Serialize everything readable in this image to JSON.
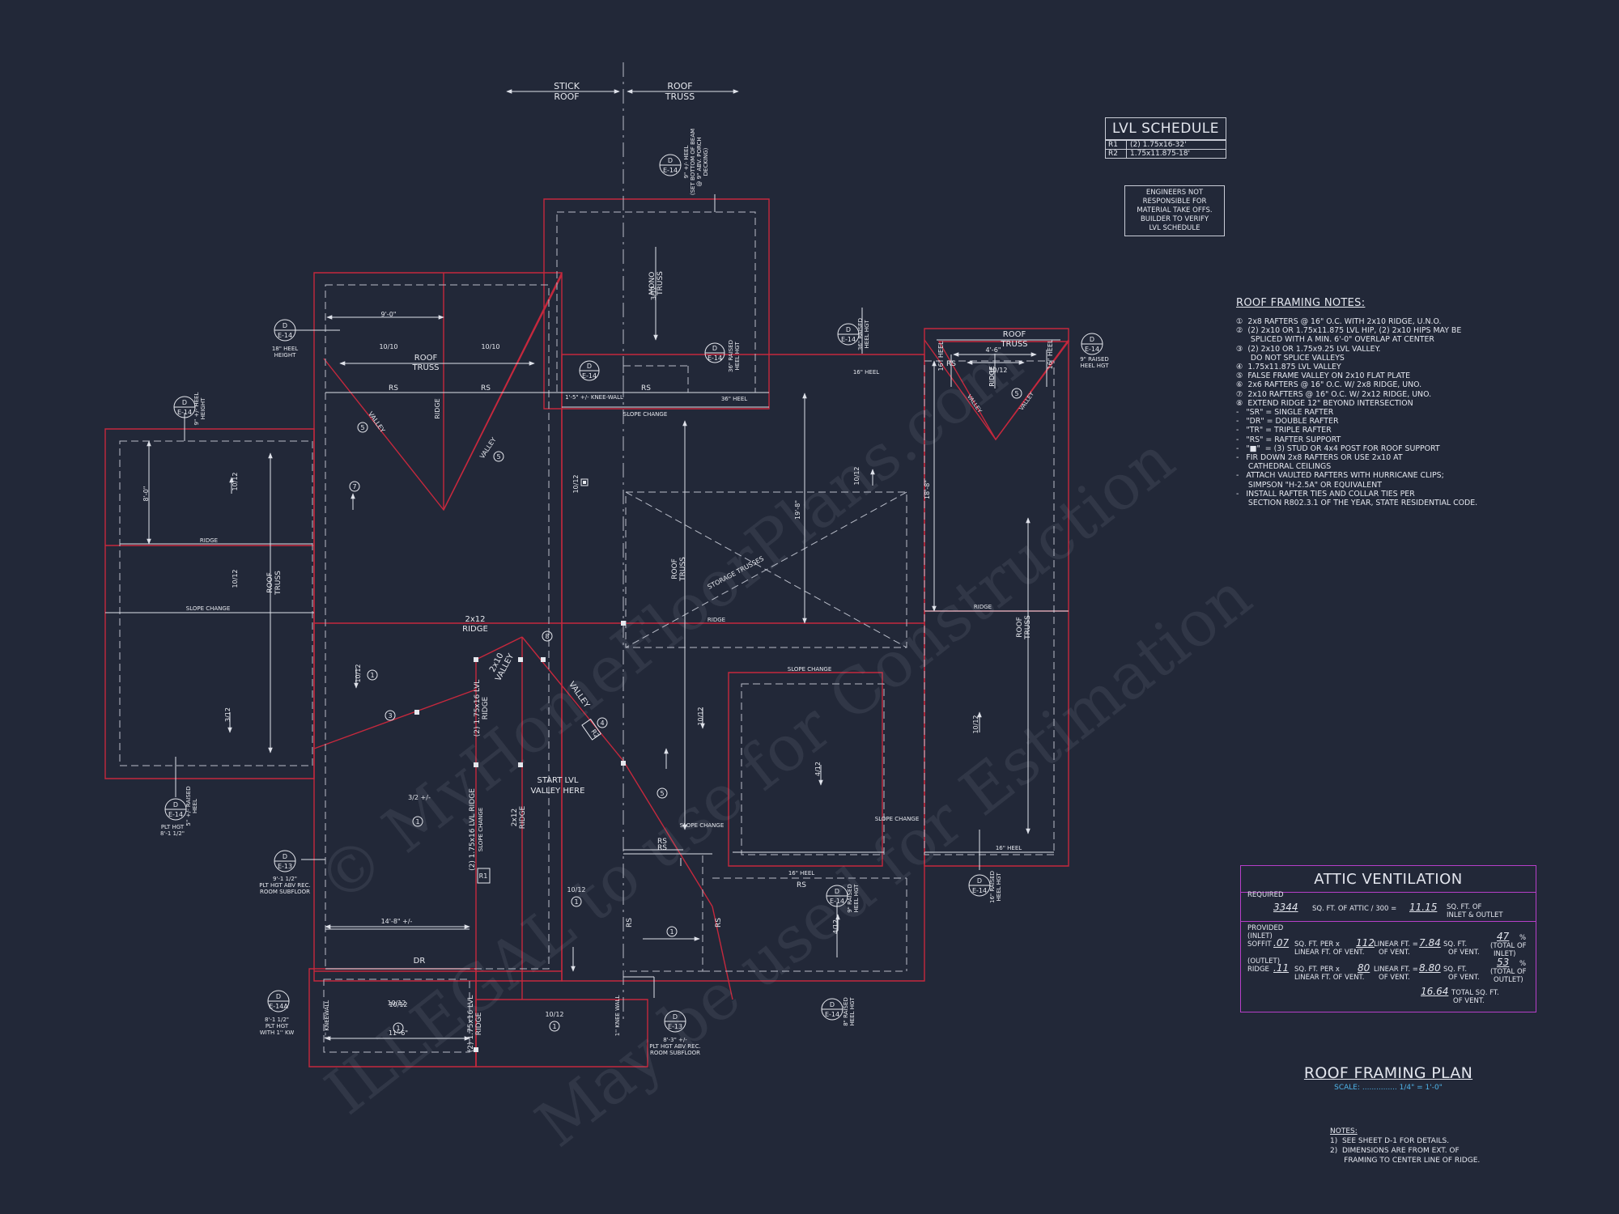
{
  "labels": {
    "stick_roof_1": "STICK",
    "stick_roof_2": "ROOF",
    "roof_truss_1": "ROOF",
    "roof_truss_2": "TRUSS",
    "ridge": "RIDGE",
    "slope_change": "SLOPE CHANGE",
    "valley": "VALLEY",
    "rs": "RS",
    "dr": "DR",
    "ridge_2x12_1": "2x12",
    "ridge_2x12_2": "RIDGE",
    "valley_2x10_1": "2x10",
    "valley_2x10_2": "VALLEY",
    "start_lvl_1": "START LVL",
    "start_lvl_2": "VALLEY HERE",
    "storage_trusses": "STORAGE TRUSSES",
    "knee_wall_top": "1'-5\" +/- KNEE-WALL",
    "knee_wall_left": "1'' KNEEWALL",
    "knee_wall_right": "1'' KNEE WALL",
    "heel_16": "16\" HEEL",
    "heel_36": "36\" HEEL",
    "lvl_ridge_1": "(2) 1.75x16 LVL",
    "lvl_ridge_2": "RIDGE",
    "lvl_ridge_b": "(2) 1.75x16 LVL RIDGE",
    "mono_truss_1": "MONO",
    "mono_truss_2": "TRUSS",
    "dim_9_0": "9'-0\"",
    "dim_8_0": "8'-0\"",
    "dim_14_8": "14'-8\" +/-",
    "dim_11_6": "11'-6\"",
    "dim_4_6": "4'-6\"",
    "dim_19_8": "19'-8\"",
    "dim_18_8": "18'-8\"",
    "dim_3_2": "3/2 +/-",
    "pitch_10_12": "10/12",
    "pitch_3_12": "3/12",
    "pitch_4_12": "4/12",
    "pitch_12_12": "12/12",
    "pitch_10_10": "10/10",
    "r1_tag": "R1",
    "r2_tag": "R2",
    "detail_d": "D",
    "sheet_e14": "E-14",
    "sheet_e13": "E-13",
    "sheet_e14a": "E-14A",
    "callout_18_heel_1": "18\" HEEL",
    "callout_18_heel_2": "HEIGHT",
    "callout_raised_1": "36\" RAISED",
    "callout_raised_2": "HEEL HGT",
    "callout_9_heel_1": "9\" +/- HEEL",
    "callout_9_heel_2": "HEIGHT",
    "callout_top_1": "9\" +/- HEEL",
    "callout_top_2": "(SET BOTTOM OF BEAM",
    "callout_top_3": "@ 9\" ABV. PORCH",
    "callout_top_4": "DECKING)",
    "callout_plt_1": "PLT HGT",
    "callout_plt_2": "8'-1 1/2\"",
    "callout_plt_3": "5'' +/- RAISED",
    "callout_plt_4": "HEEL",
    "callout_left_1": "9'-1 1/2\"",
    "callout_left_2": "PLT HGT ABV REC.",
    "callout_left_3": "ROOM SUBFLOOR",
    "callout_bl_1": "8'-1 1/2\"",
    "callout_bl_2": "PLT HGT",
    "callout_bl_3": "WITH 1'' KW",
    "callout_bc_1": "8'-3\" +/-",
    "callout_bc_2": "PLT HGT ABV REC.",
    "callout_bc_3": "ROOM SUBFLOOR",
    "callout_raised9_1": "9\" RAISED",
    "callout_raised9_2": "HEEL HGT",
    "callout_raised16_1": "16\" RAISED",
    "callout_raised16_2": "HEEL HGT",
    "callout_raised8_1": "8\" RAISED",
    "callout_raised8_2": "HEEL HGT",
    "num_1": "1",
    "num_3": "3",
    "num_4": "4",
    "num_5": "5",
    "num_7": "7",
    "num_8": "8"
  },
  "lvl_schedule": {
    "title": "LVL SCHEDULE",
    "rows": [
      {
        "tag": "R1",
        "spec": "(2) 1.75x16-32'"
      },
      {
        "tag": "R2",
        "spec": "1.75x11.875-18'"
      }
    ]
  },
  "engineer_note": {
    "lines": [
      "ENGINEERS NOT",
      "RESPONSIBLE FOR",
      "MATERIAL TAKE OFFS.",
      "BUILDER TO VERIFY",
      "LVL SCHEDULE"
    ]
  },
  "framing_notes": {
    "title": "ROOF FRAMING NOTES:",
    "lines": [
      "①  2x8 RAFTERS @ 16\" O.C. WITH 2x10 RIDGE, U.N.O.",
      "②  (2) 2x10 OR 1.75x11.875 LVL HIP, (2) 2x10 HIPS MAY BE",
      "      SPLICED WITH A MIN. 6'-0\" OVERLAP AT CENTER",
      "③  (2) 2x10 OR 1.75x9.25 LVL VALLEY.",
      "      DO NOT SPLICE VALLEYS",
      "④  1.75x11.875 LVL VALLEY",
      "⑤  FALSE FRAME VALLEY ON 2x10 FLAT PLATE",
      "⑥  2x6 RAFTERS @ 16\" O.C. W/ 2x8 RIDGE, UNO.",
      "⑦  2x10 RAFTERS @ 16\" O.C. W/ 2x12 RIDGE, UNO.",
      "⑧  EXTEND RIDGE 12\" BEYOND INTERSECTION",
      "-   \"SR\" = SINGLE RAFTER",
      "-   \"DR\" = DOUBLE RAFTER",
      "-   \"TR\" = TRIPLE RAFTER",
      "-   \"RS\" = RAFTER SUPPORT",
      "-   \"■\"  = (3) STUD OR 4x4 POST FOR ROOF SUPPORT",
      "-   FIR DOWN 2x8 RAFTERS OR USE 2x10 AT",
      "     CATHEDRAL CEILINGS",
      "-   ATTACH VAULTED RAFTERS WITH HURRICANE CLIPS;",
      "     SIMPSON \"H-2.5A\" OR EQUIVALENT",
      "-   INSTALL RAFTER TIES AND COLLAR TIES PER",
      "     SECTION R802.3.1 OF THE YEAR, STATE RESIDENTIAL CODE."
    ]
  },
  "attic_ventilation": {
    "title": "ATTIC VENTILATION",
    "required_label": "REQUIRED",
    "required_sqft": "3344",
    "required_text": "SQ. FT. OF ATTIC / 300 =",
    "required_result": "11.15",
    "required_unit_1": "SQ. FT. OF",
    "required_unit_2": "INLET & OUTLET",
    "provided_label": "PROVIDED",
    "inlet_label": "(INLET)",
    "soffit_label": "SOFFIT",
    "soffit_value": ".07",
    "soffit_text_1": "SQ. FT. PER x",
    "soffit_text_2": "LINEAR FT. OF VENT.",
    "soffit_linear": "112",
    "soffit_linear_text_1": "LINEAR FT. =",
    "soffit_linear_text_2": "OF VENT.",
    "soffit_total": "7.84",
    "soffit_total_unit_1": "SQ. FT.",
    "soffit_total_unit_2": "OF VENT.",
    "soffit_pct": "47",
    "soffit_pct_sign": "%",
    "soffit_pct_text_1": "(TOTAL OF",
    "soffit_pct_text_2": "INLET)",
    "outlet_label": "(OUTLET)",
    "ridge_label": "RIDGE",
    "ridge_value": ".11",
    "ridge_text_1": "SQ. FT. PER x",
    "ridge_text_2": "LINEAR FT. OF VENT.",
    "ridge_linear": "80",
    "ridge_linear_text_1": "LINEAR FT. =",
    "ridge_linear_text_2": "OF VENT.",
    "ridge_total": "8.80",
    "ridge_total_unit_1": "SQ. FT.",
    "ridge_total_unit_2": "OF VENT.",
    "ridge_pct": "53",
    "ridge_pct_sign": "%",
    "ridge_pct_text_1": "(TOTAL OF",
    "ridge_pct_text_2": "OUTLET)",
    "total_value": "16.64",
    "total_text_1": "TOTAL SQ. FT.",
    "total_text_2": "OF VENT."
  },
  "title_block": {
    "title": "ROOF FRAMING PLAN",
    "scale": "SCALE: ............... 1/4\" = 1'-0\""
  },
  "sheet_notes": {
    "title": "NOTES:",
    "lines": [
      "1)  SEE SHEET D-1 FOR DETAILS.",
      "2)  DIMENSIONS ARE FROM EXT. OF",
      "      FRAMING TO CENTER LINE OF RIDGE."
    ]
  },
  "watermark": {
    "line_1": "© MyHomeFloorPlans.com",
    "line_2": "ILLEGAL to use for Construction",
    "line_3": "May be used for Estimation"
  },
  "colors": {
    "background": "#222838",
    "roof_outline": "#c5283d",
    "linework": "#dfe2ea",
    "ventilation_border": "#b63fc8",
    "scale_text": "#4fb3e8"
  }
}
